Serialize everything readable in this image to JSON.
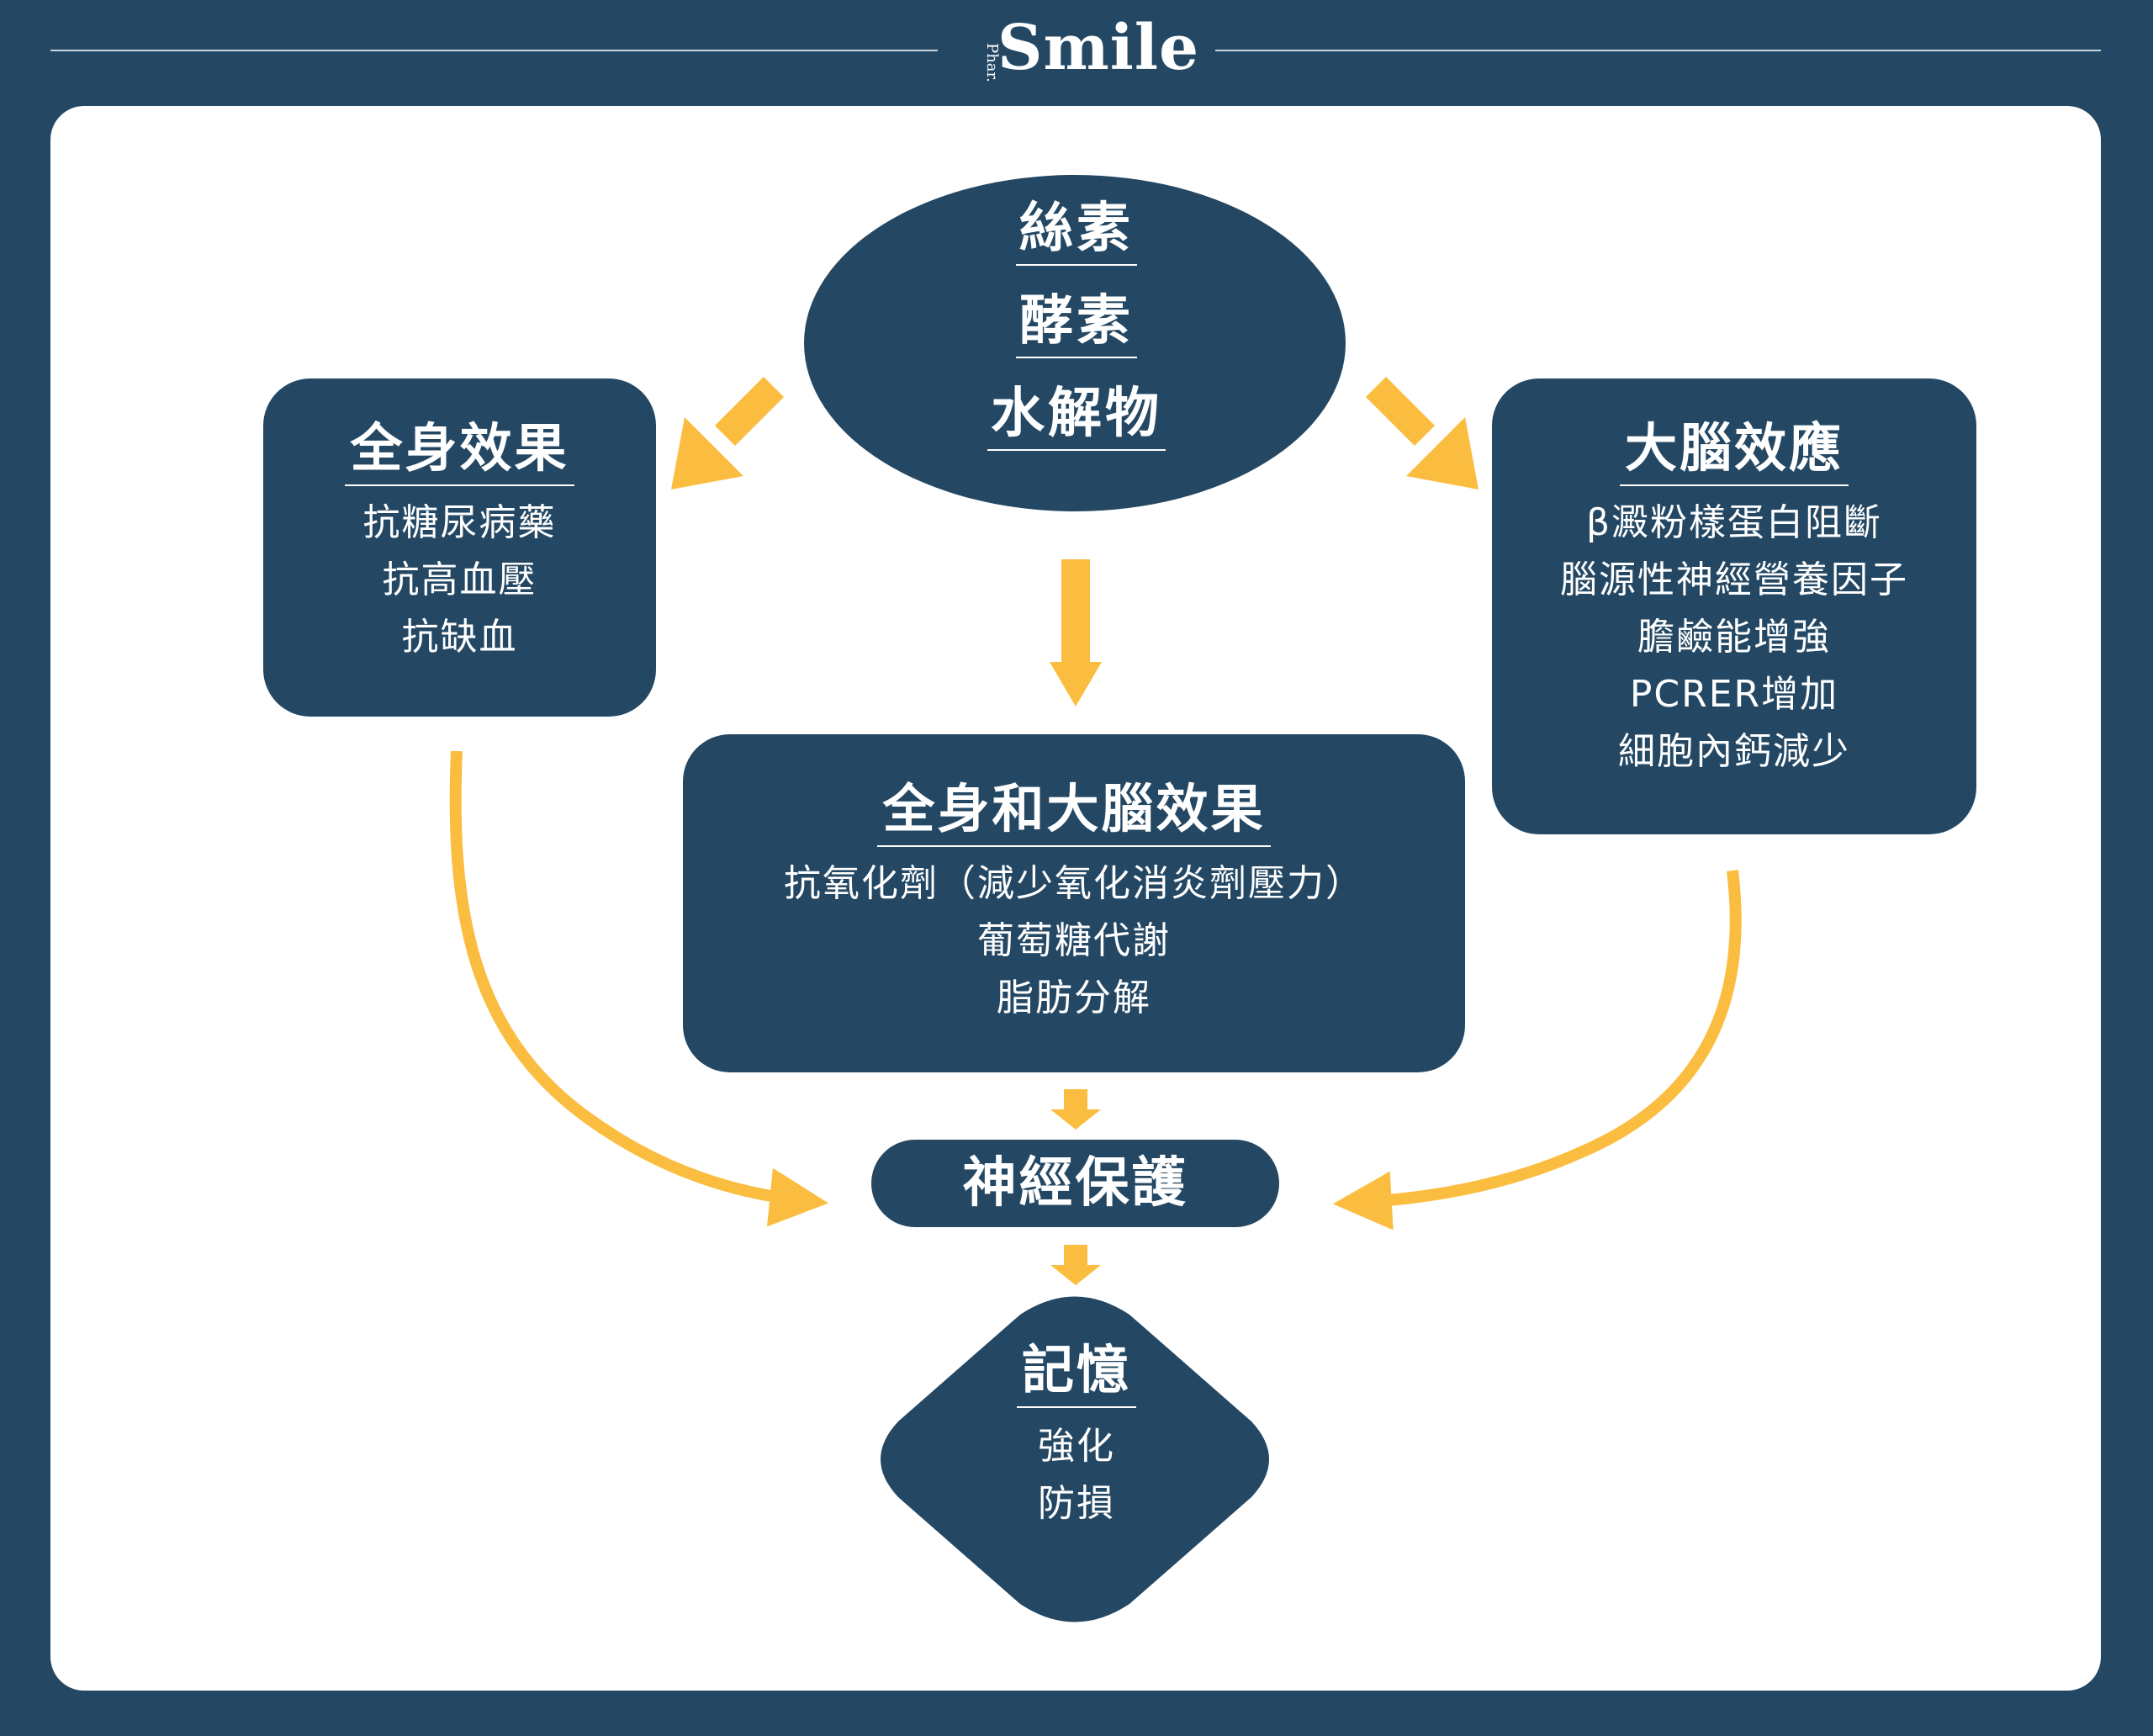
{
  "brand": {
    "prefix": "Phar.",
    "name": "Smile"
  },
  "colors": {
    "navy": "#244864",
    "arrow": "#fbbd3f",
    "card": "#ffffff"
  },
  "source": {
    "lines": [
      "絲素",
      "酵素",
      "水解物"
    ]
  },
  "systemic": {
    "title": "全身效果",
    "items": [
      "抗糖尿病藥",
      "抗高血壓",
      "抗缺血"
    ]
  },
  "brain": {
    "title": "大腦效應",
    "items": [
      "β澱粉樣蛋白阻斷",
      "腦源性神經營養因子",
      "膽鹼能增強",
      "PCRER增加",
      "細胞內鈣減少"
    ]
  },
  "combined": {
    "title": "全身和大腦效果",
    "items": [
      "抗氧化劑（減少氧化消炎劑壓力）",
      "葡萄糖代謝",
      "脂肪分解"
    ]
  },
  "neuro": {
    "title": "神經保護"
  },
  "memory": {
    "title": "記憶",
    "items": [
      "強化",
      "防損"
    ]
  }
}
